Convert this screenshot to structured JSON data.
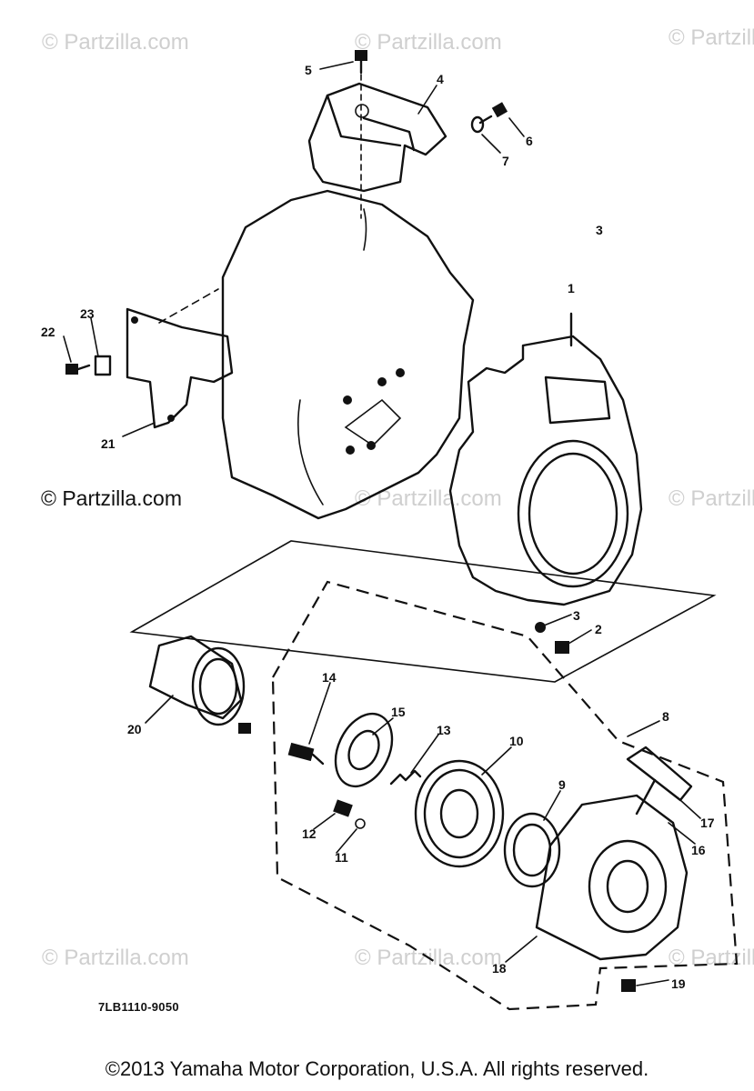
{
  "watermarks": [
    {
      "text": "© Partzilla.com"
    },
    {
      "text": "© Partzilla.com"
    },
    {
      "text": "© Partzilla"
    },
    {
      "text": "© Partzilla.com"
    },
    {
      "text": "© Partzilla"
    },
    {
      "text": "© Partzilla.com"
    },
    {
      "text": "© Partzilla.com"
    },
    {
      "text": "© Partzilla"
    }
  ],
  "side_watermark": "© Partzilla.com",
  "callouts": [
    "1",
    "2",
    "3",
    "3",
    "4",
    "5",
    "6",
    "7",
    "8",
    "9",
    "10",
    "11",
    "12",
    "13",
    "14",
    "15",
    "16",
    "17",
    "18",
    "19",
    "20",
    "21",
    "22",
    "23"
  ],
  "reference_code": "7LB1110-9050",
  "footer": "©2013  Yamaha Motor Corporation, U.S.A. All rights reserved."
}
